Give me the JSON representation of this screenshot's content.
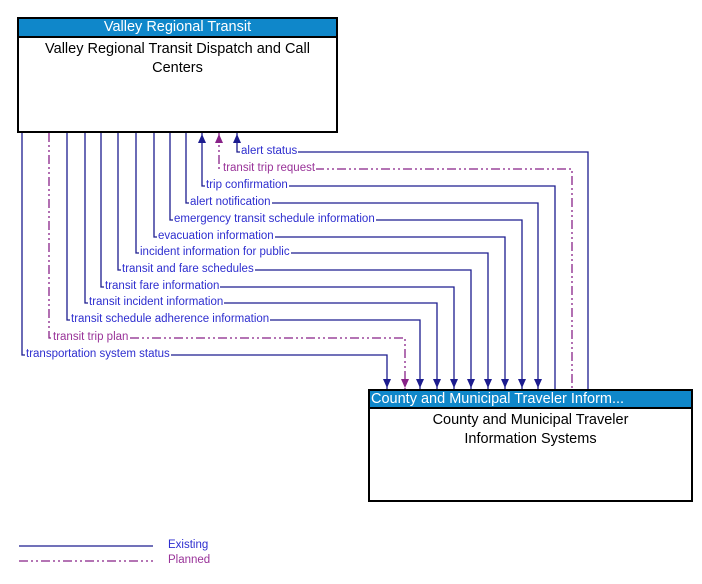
{
  "diagram": {
    "top_box": {
      "header": "Valley Regional Transit",
      "body": "Valley Regional Transit Dispatch and Call Centers"
    },
    "bottom_box": {
      "header": "County and Municipal Traveler Inform...",
      "body": "County and Municipal Traveler Information Systems"
    },
    "flows": [
      {
        "label": "alert status",
        "status": "existing",
        "direction": "to_top"
      },
      {
        "label": "transit trip request",
        "status": "planned",
        "direction": "to_top"
      },
      {
        "label": "trip confirmation",
        "status": "existing",
        "direction": "to_top"
      },
      {
        "label": "alert notification",
        "status": "existing",
        "direction": "to_bottom"
      },
      {
        "label": "emergency transit schedule information",
        "status": "existing",
        "direction": "to_bottom"
      },
      {
        "label": "evacuation information",
        "status": "existing",
        "direction": "to_bottom"
      },
      {
        "label": "incident information for public",
        "status": "existing",
        "direction": "to_bottom"
      },
      {
        "label": "transit and fare schedules",
        "status": "existing",
        "direction": "to_bottom"
      },
      {
        "label": "transit fare information",
        "status": "existing",
        "direction": "to_bottom"
      },
      {
        "label": "transit incident information",
        "status": "existing",
        "direction": "to_bottom"
      },
      {
        "label": "transit schedule adherence information",
        "status": "existing",
        "direction": "to_bottom"
      },
      {
        "label": "transit trip plan",
        "status": "planned",
        "direction": "to_bottom"
      },
      {
        "label": "transportation system status",
        "status": "existing",
        "direction": "to_bottom"
      }
    ],
    "legend": {
      "existing": "Existing",
      "planned": "Planned"
    }
  },
  "colors": {
    "header_bg": "#0F87CA",
    "header_text": "#FFFFFF",
    "box_border": "#000000",
    "existing_line": "#1C1C8F",
    "existing_text": "#2E2ECF",
    "planned_line": "#882288",
    "planned_text": "#993399"
  }
}
